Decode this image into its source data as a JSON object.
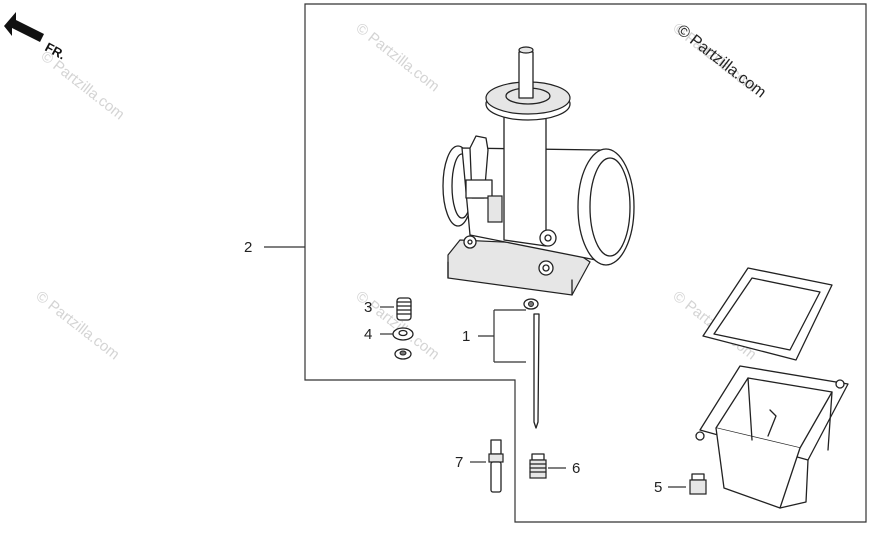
{
  "direction_label": "FR.",
  "copyright": "© Partzilla.com",
  "watermarks": [
    "© Partzilla.com",
    "© Partzilla.com",
    "© Partzilla.com",
    "© Partzilla.com",
    "© Partzilla.com",
    "© Partzilla.com"
  ],
  "callouts": {
    "c1": "1",
    "c2": "2",
    "c3": "3",
    "c4": "4",
    "c5": "5",
    "c6": "6",
    "c7": "7"
  }
}
